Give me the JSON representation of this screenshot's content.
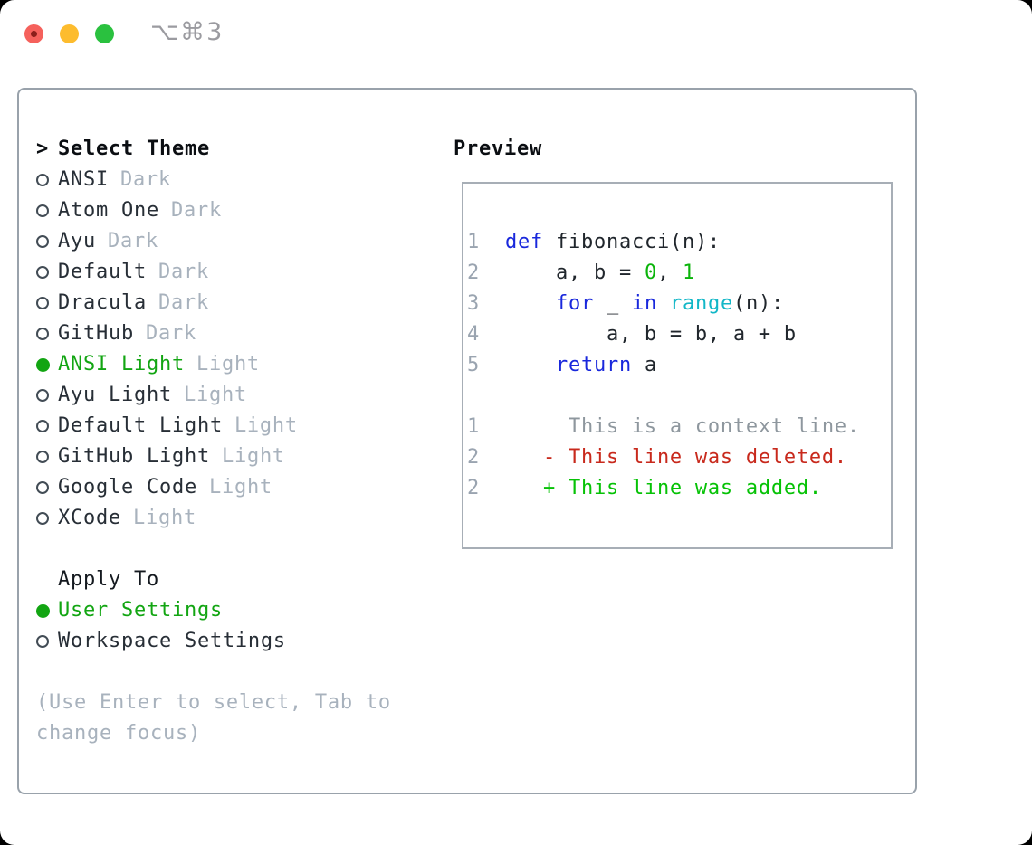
{
  "window": {
    "title_shortcut": "⌥⌘3"
  },
  "theme_panel": {
    "header": {
      "prefix": ">",
      "label": "Select Theme"
    },
    "themes": [
      {
        "name": "ANSI",
        "tag": "Dark",
        "selected": false
      },
      {
        "name": "Atom One",
        "tag": "Dark",
        "selected": false
      },
      {
        "name": "Ayu",
        "tag": "Dark",
        "selected": false
      },
      {
        "name": "Default",
        "tag": "Dark",
        "selected": false
      },
      {
        "name": "Dracula",
        "tag": "Dark",
        "selected": false
      },
      {
        "name": "GitHub",
        "tag": "Dark",
        "selected": false
      },
      {
        "name": "ANSI Light",
        "tag": "Light",
        "selected": true
      },
      {
        "name": "Ayu Light",
        "tag": "Light",
        "selected": false
      },
      {
        "name": "Default Light",
        "tag": "Light",
        "selected": false
      },
      {
        "name": "GitHub Light",
        "tag": "Light",
        "selected": false
      },
      {
        "name": "Google Code",
        "tag": "Light",
        "selected": false
      },
      {
        "name": "XCode",
        "tag": "Light",
        "selected": false
      }
    ],
    "apply_to": {
      "label": "Apply To",
      "options": [
        {
          "name": "User Settings",
          "selected": true
        },
        {
          "name": "Workspace Settings",
          "selected": false
        }
      ]
    },
    "hint_lines": [
      "(Use Enter to select, Tab to",
      "change focus)"
    ]
  },
  "preview": {
    "label": "Preview",
    "code_lines": [
      [],
      [
        [
          "num",
          "1"
        ],
        [
          "plain",
          "  "
        ],
        [
          "kw",
          "def"
        ],
        [
          "plain",
          " fibonacci(n):"
        ]
      ],
      [
        [
          "num",
          "2"
        ],
        [
          "plain",
          "      a, b = "
        ],
        [
          "lit",
          "0"
        ],
        [
          "plain",
          ", "
        ],
        [
          "lit",
          "1"
        ]
      ],
      [
        [
          "num",
          "3"
        ],
        [
          "plain",
          "      "
        ],
        [
          "kw",
          "for"
        ],
        [
          "plain",
          " _ "
        ],
        [
          "kw",
          "in"
        ],
        [
          "plain",
          " "
        ],
        [
          "builtin",
          "range"
        ],
        [
          "plain",
          "(n):"
        ]
      ],
      [
        [
          "num",
          "4"
        ],
        [
          "plain",
          "          a, b = b, a + b"
        ]
      ],
      [
        [
          "num",
          "5"
        ],
        [
          "plain",
          "      "
        ],
        [
          "kw",
          "return"
        ],
        [
          "plain",
          " a"
        ]
      ],
      [],
      [
        [
          "num",
          "1"
        ],
        [
          "ctx",
          "       This is a context line."
        ]
      ],
      [
        [
          "num",
          "2"
        ],
        [
          "plain",
          "     "
        ],
        [
          "del",
          "- This line was deleted."
        ]
      ],
      [
        [
          "num",
          "2"
        ],
        [
          "plain",
          "     "
        ],
        [
          "add",
          "+ This line was added."
        ]
      ]
    ]
  },
  "colors": {
    "selected_green": "#12a512",
    "keyword_blue": "#1928dc",
    "builtin_cyan": "#12b7c7",
    "number_literal_green": "#0bb40b",
    "diff_added_green": "#06c206",
    "diff_deleted_red": "#c8291c",
    "muted_gray": "#a8b2bd",
    "line_number_gray": "#9aa4b0",
    "panel_border_gray": "#99a2ab",
    "traffic_red": "#f5615c",
    "traffic_yellow": "#fdbc2e",
    "traffic_green": "#2ac13f"
  }
}
